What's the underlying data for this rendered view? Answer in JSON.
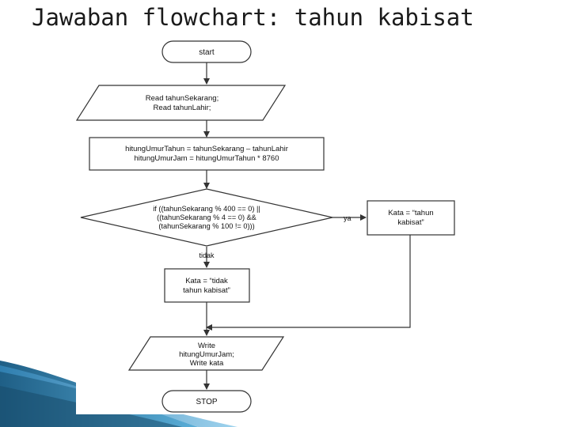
{
  "slide": {
    "title": "Jawaban flowchart: tahun kabisat"
  },
  "flowchart": {
    "start": "start",
    "input_lines": [
      "Read tahunSekarang;",
      "Read tahunLahir;"
    ],
    "process_lines": [
      "hitungUmurTahun = tahunSekarang – tahunLahir",
      "hitungUmurJam = hitungUmurTahun * 8760"
    ],
    "decision_lines": [
      "if ((tahunSekarang % 400 == 0) ||",
      "((tahunSekarang % 4 == 0) &&",
      "(tahunSekarang % 100 != 0)))"
    ],
    "yes_label": "ya",
    "no_label": "tidak",
    "yes_box_lines": [
      "Kata = “tahun",
      "kabisat”"
    ],
    "no_box_lines": [
      "Kata = “tidak",
      "tahun kabisat”"
    ],
    "output_lines": [
      "Write",
      "hitungUmurJam;",
      "Write kata"
    ],
    "stop": "STOP"
  },
  "colors": {
    "decoration_dark": "#1f5f86",
    "decoration_light": "#5aaed8"
  }
}
